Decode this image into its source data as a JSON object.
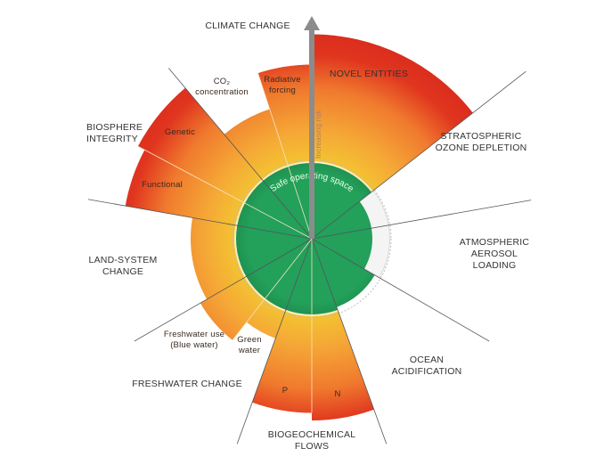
{
  "axis_label": "Increasing risk",
  "safe_space_label": "Safe operating space",
  "colors": {
    "safe": "#23a05a",
    "grey_zone": "#d9d9d9",
    "low_risk": "#f4c531",
    "mid_risk": "#f39a33",
    "high_risk": "#e0351f"
  },
  "boundaries": [
    {
      "name": "NOVEL ENTITIES",
      "level": 2.7
    },
    {
      "name": "STRATOSPHERIC OZONE DEPLETION",
      "level": 0.8
    },
    {
      "name": "ATMOSPHERIC AEROSOL LOADING",
      "level": 0.8
    },
    {
      "name": "OCEAN ACIDIFICATION",
      "level": 0.96
    },
    {
      "name": "BIOGEOCHEMICAL FLOWS",
      "sub": [
        {
          "name": "N",
          "level": 2.4
        },
        {
          "name": "P",
          "level": 2.3
        }
      ]
    },
    {
      "name": "FRESHWATER CHANGE",
      "sub": [
        {
          "name": "Green water",
          "level": 1.4
        },
        {
          "name": "Freshwater use (Blue water)",
          "level": 1.7
        }
      ]
    },
    {
      "name": "LAND-SYSTEM CHANGE",
      "level": 1.6
    },
    {
      "name": "BIOSPHERE INTEGRITY",
      "sub": [
        {
          "name": "Functional",
          "level": 2.5
        },
        {
          "name": "Genetic",
          "level": 2.6
        }
      ]
    },
    {
      "name": "CLIMATE CHANGE",
      "sub": [
        {
          "name": "CO₂ concentration",
          "level": 1.8
        },
        {
          "name": "Radiative forcing",
          "level": 2.3
        }
      ]
    }
  ]
}
